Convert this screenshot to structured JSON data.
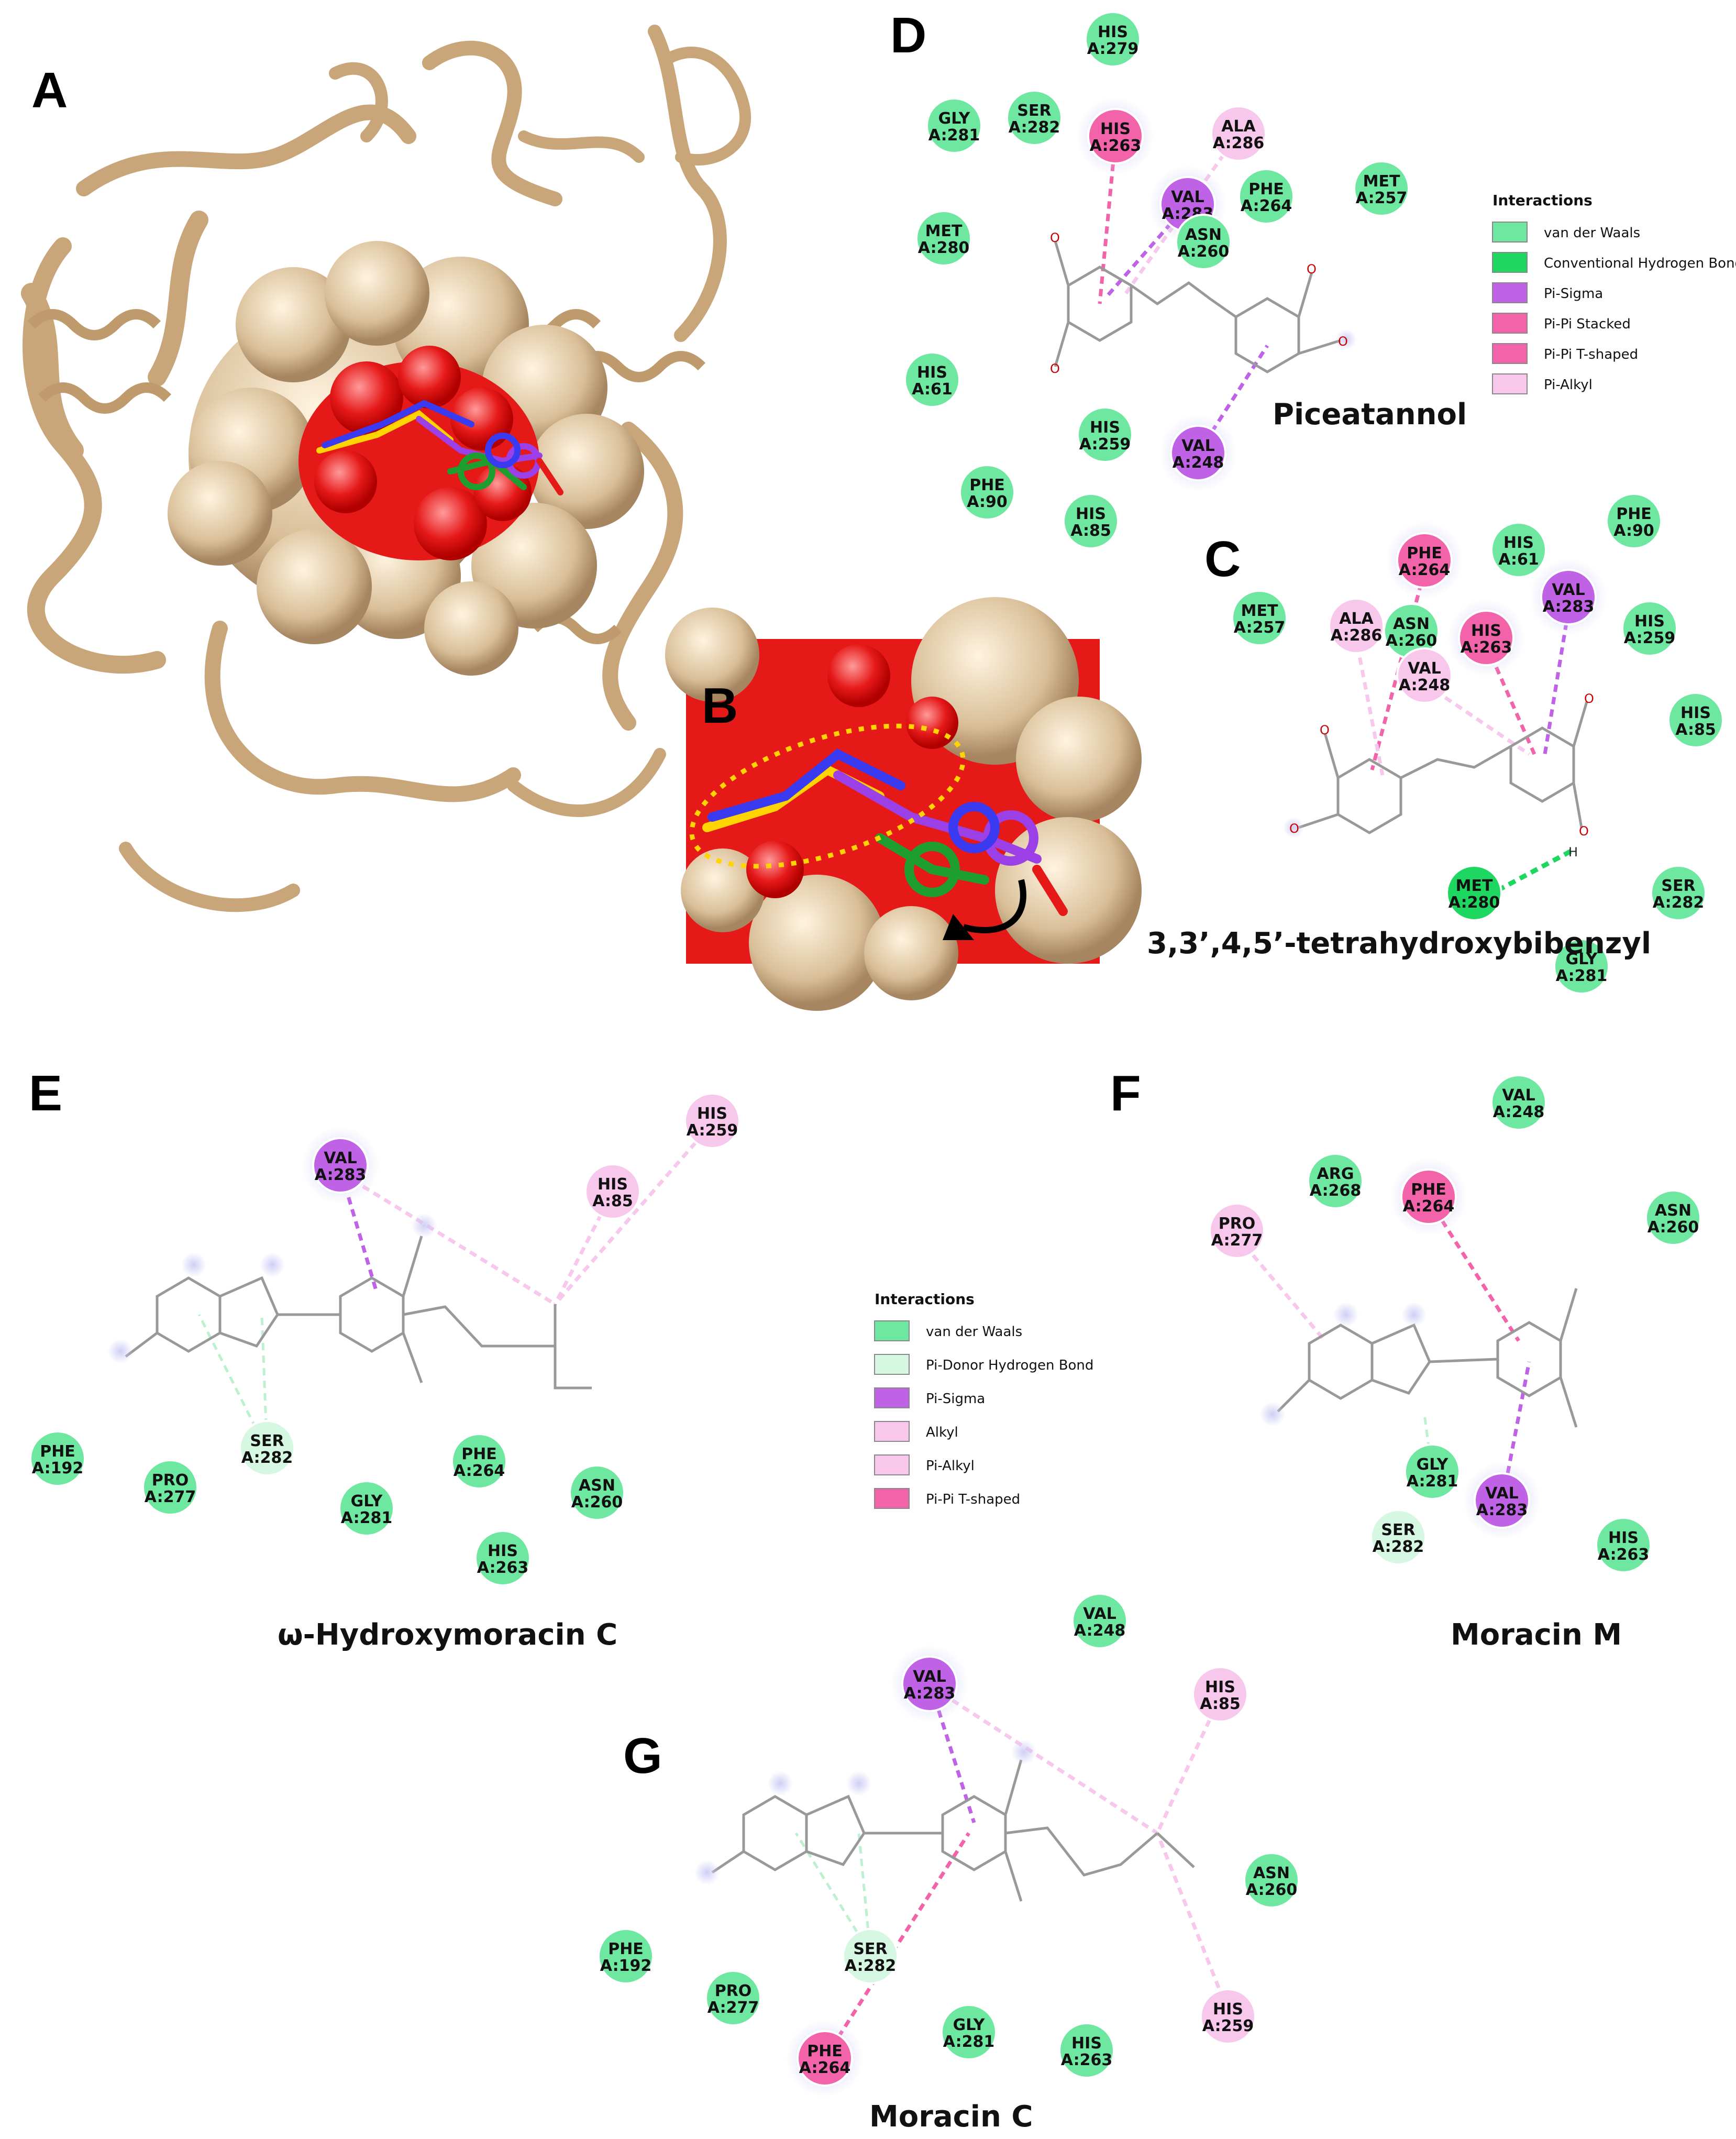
{
  "colors": {
    "van_der_waals": "#6ee7a0",
    "conventional_hbond": "#1ed760",
    "pi_donor_hbond": "#d6f7e2",
    "pi_sigma": "#c062e6",
    "pi_pi_stacked": "#f263a9",
    "pi_pi_tshaped": "#f263a9",
    "pi_alkyl": "#f8c7ec",
    "alkyl": "#f8c7ec",
    "protein_tan": "#d2b48c",
    "pocket_red": "#e61919"
  },
  "panels": {
    "A": {
      "letter": "A"
    },
    "B": {
      "letter": "B"
    },
    "C": {
      "letter": "C",
      "compound": "3,3’,4,5’-tetrahydroxybibenzyl",
      "residues": [
        {
          "name": "PHE",
          "num": "A:264",
          "type": "pi_pi_tshaped"
        },
        {
          "name": "HIS",
          "num": "A:61",
          "type": "van_der_waals"
        },
        {
          "name": "PHE",
          "num": "A:90",
          "type": "van_der_waals"
        },
        {
          "name": "VAL",
          "num": "A:283",
          "type": "pi_sigma"
        },
        {
          "name": "MET",
          "num": "A:257",
          "type": "van_der_waals"
        },
        {
          "name": "ALA",
          "num": "A:286",
          "type": "pi_alkyl"
        },
        {
          "name": "ASN",
          "num": "A:260",
          "type": "van_der_waals"
        },
        {
          "name": "HIS",
          "num": "A:263",
          "type": "pi_pi_tshaped"
        },
        {
          "name": "HIS",
          "num": "A:259",
          "type": "van_der_waals"
        },
        {
          "name": "VAL",
          "num": "A:248",
          "type": "pi_alkyl"
        },
        {
          "name": "HIS",
          "num": "A:85",
          "type": "van_der_waals"
        },
        {
          "name": "MET",
          "num": "A:280",
          "type": "conventional_hbond"
        },
        {
          "name": "SER",
          "num": "A:282",
          "type": "van_der_waals"
        },
        {
          "name": "GLY",
          "num": "A:281",
          "type": "van_der_waals"
        }
      ],
      "atoms": {
        "o": "O",
        "h": "H"
      }
    },
    "D": {
      "letter": "D",
      "compound": "Piceatannol",
      "residues": [
        {
          "name": "HIS",
          "num": "A:279",
          "type": "van_der_waals"
        },
        {
          "name": "GLY",
          "num": "A:281",
          "type": "van_der_waals"
        },
        {
          "name": "SER",
          "num": "A:282",
          "type": "van_der_waals"
        },
        {
          "name": "HIS",
          "num": "A:263",
          "type": "pi_pi_stacked"
        },
        {
          "name": "ALA",
          "num": "A:286",
          "type": "pi_alkyl"
        },
        {
          "name": "VAL",
          "num": "A:283",
          "type": "pi_sigma"
        },
        {
          "name": "PHE",
          "num": "A:264",
          "type": "van_der_waals"
        },
        {
          "name": "MET",
          "num": "A:257",
          "type": "van_der_waals"
        },
        {
          "name": "ASN",
          "num": "A:260",
          "type": "van_der_waals"
        },
        {
          "name": "MET",
          "num": "A:280",
          "type": "van_der_waals"
        },
        {
          "name": "HIS",
          "num": "A:61",
          "type": "van_der_waals"
        },
        {
          "name": "HIS",
          "num": "A:259",
          "type": "van_der_waals"
        },
        {
          "name": "VAL",
          "num": "A:248",
          "type": "pi_sigma"
        },
        {
          "name": "PHE",
          "num": "A:90",
          "type": "van_der_waals"
        },
        {
          "name": "HIS",
          "num": "A:85",
          "type": "van_der_waals"
        }
      ],
      "legend": {
        "title": "Interactions",
        "items": [
          {
            "label": "van der Waals",
            "type": "van_der_waals"
          },
          {
            "label": "Conventional Hydrogen Bond",
            "type": "conventional_hbond"
          },
          {
            "label": "Pi-Sigma",
            "type": "pi_sigma"
          },
          {
            "label": "Pi-Pi Stacked",
            "type": "pi_pi_stacked"
          },
          {
            "label": "Pi-Pi T-shaped",
            "type": "pi_pi_tshaped"
          },
          {
            "label": "Pi-Alkyl",
            "type": "pi_alkyl"
          }
        ]
      }
    },
    "E": {
      "letter": "E",
      "compound": "ω-Hydroxymoracin C",
      "residues": [
        {
          "name": "VAL",
          "num": "A:283",
          "type": "pi_sigma"
        },
        {
          "name": "HIS",
          "num": "A:259",
          "type": "alkyl"
        },
        {
          "name": "HIS",
          "num": "A:85",
          "type": "alkyl"
        },
        {
          "name": "SER",
          "num": "A:282",
          "type": "pi_donor_hbond"
        },
        {
          "name": "PHE",
          "num": "A:192",
          "type": "van_der_waals"
        },
        {
          "name": "PRO",
          "num": "A:277",
          "type": "van_der_waals"
        },
        {
          "name": "GLY",
          "num": "A:281",
          "type": "van_der_waals"
        },
        {
          "name": "PHE",
          "num": "A:264",
          "type": "van_der_waals"
        },
        {
          "name": "ASN",
          "num": "A:260",
          "type": "van_der_waals"
        },
        {
          "name": "HIS",
          "num": "A:263",
          "type": "van_der_waals"
        }
      ],
      "legend": {
        "title": "Interactions",
        "items": [
          {
            "label": "van der Waals",
            "type": "van_der_waals"
          },
          {
            "label": "Pi-Donor Hydrogen Bond",
            "type": "pi_donor_hbond"
          },
          {
            "label": "Pi-Sigma",
            "type": "pi_sigma"
          },
          {
            "label": "Alkyl",
            "type": "alkyl"
          },
          {
            "label": "Pi-Alkyl",
            "type": "pi_alkyl"
          },
          {
            "label": "Pi-Pi T-shaped",
            "type": "pi_pi_tshaped"
          }
        ]
      }
    },
    "F": {
      "letter": "F",
      "compound": "Moracin M",
      "residues": [
        {
          "name": "VAL",
          "num": "A:248",
          "type": "van_der_waals"
        },
        {
          "name": "ARG",
          "num": "A:268",
          "type": "van_der_waals"
        },
        {
          "name": "PHE",
          "num": "A:264",
          "type": "pi_pi_tshaped"
        },
        {
          "name": "PRO",
          "num": "A:277",
          "type": "pi_alkyl"
        },
        {
          "name": "ASN",
          "num": "A:260",
          "type": "van_der_waals"
        },
        {
          "name": "GLY",
          "num": "A:281",
          "type": "van_der_waals"
        },
        {
          "name": "VAL",
          "num": "A:283",
          "type": "pi_sigma"
        },
        {
          "name": "SER",
          "num": "A:282",
          "type": "pi_donor_hbond"
        },
        {
          "name": "HIS",
          "num": "A:263",
          "type": "van_der_waals"
        }
      ]
    },
    "G": {
      "letter": "G",
      "compound": "Moracin C",
      "residues": [
        {
          "name": "VAL",
          "num": "A:248",
          "type": "van_der_waals"
        },
        {
          "name": "VAL",
          "num": "A:283",
          "type": "pi_sigma"
        },
        {
          "name": "HIS",
          "num": "A:85",
          "type": "alkyl"
        },
        {
          "name": "ASN",
          "num": "A:260",
          "type": "van_der_waals"
        },
        {
          "name": "PHE",
          "num": "A:192",
          "type": "van_der_waals"
        },
        {
          "name": "SER",
          "num": "A:282",
          "type": "pi_donor_hbond"
        },
        {
          "name": "PRO",
          "num": "A:277",
          "type": "van_der_waals"
        },
        {
          "name": "GLY",
          "num": "A:281",
          "type": "van_der_waals"
        },
        {
          "name": "HIS",
          "num": "A:263",
          "type": "van_der_waals"
        },
        {
          "name": "HIS",
          "num": "A:259",
          "type": "alkyl"
        },
        {
          "name": "PHE",
          "num": "A:264",
          "type": "pi_pi_tshaped"
        }
      ]
    }
  }
}
